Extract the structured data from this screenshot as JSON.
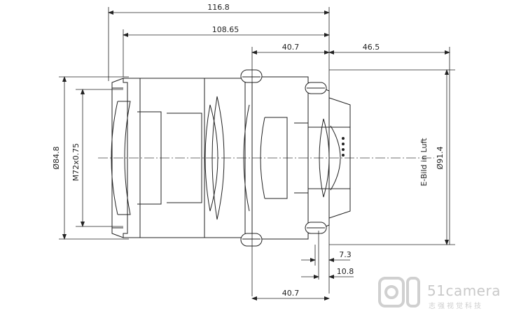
{
  "drawing": {
    "dimensions": {
      "overall_length": "116.8",
      "body_length": "108.65",
      "flange_to_rear": "40.7",
      "rear_to_image": "46.5",
      "rear_offset_a": "7.3",
      "rear_offset_b": "10.8",
      "bottom_flange": "40.7",
      "diameter_front": "Ø84.8",
      "thread": "M72x0.75",
      "diameter_rear": "Ø91.4"
    },
    "labels": {
      "image_plane": "E-Bild in Luft"
    }
  },
  "watermark": {
    "brand": "51camera",
    "tagline": "志强视觉科技"
  }
}
